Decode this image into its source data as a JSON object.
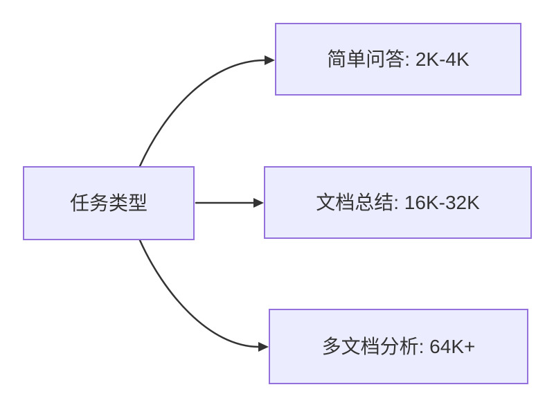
{
  "colors": {
    "node_fill": "#ECECFF",
    "node_border": "#9370DB",
    "edge": "#333333",
    "text": "#333333",
    "background": "#FFFFFF"
  },
  "diagram": {
    "type": "flowchart",
    "direction": "left-to-right",
    "root": {
      "label": "任务类型"
    },
    "children": [
      {
        "label": "简单问答: 2K-4K"
      },
      {
        "label": "文档总结: 16K-32K"
      },
      {
        "label": "多文档分析: 64K+"
      }
    ],
    "edges": [
      {
        "from": "任务类型",
        "to": "简单问答: 2K-4K"
      },
      {
        "from": "任务类型",
        "to": "文档总结: 16K-32K"
      },
      {
        "from": "任务类型",
        "to": "多文档分析: 64K+"
      }
    ]
  }
}
